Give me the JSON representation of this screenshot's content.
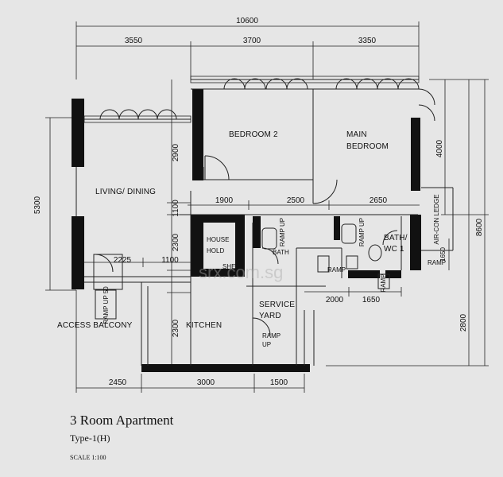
{
  "title": "3 Room Apartment",
  "type_label": "Type-1(H)",
  "scale": "SCALE 1:100",
  "dimensions": {
    "overall_width": "10600",
    "top_segments": [
      "3550",
      "3700",
      "3350"
    ],
    "left_heights": [
      "5300"
    ],
    "left_inner": [
      "2900",
      "1100",
      "2300",
      "2300"
    ],
    "right_heights": [
      "4000",
      "8600",
      "2800"
    ],
    "mid_row": [
      "1900",
      "2500",
      "2650"
    ],
    "balcony_widths": [
      "2225",
      "1100"
    ],
    "bottom_segments": [
      "2450",
      "3000",
      "1500"
    ],
    "yard_bottom": [
      "2000",
      "1650"
    ],
    "small_right": [
      "1650"
    ]
  },
  "rooms": {
    "bedroom2": "BEDROOM 2",
    "main_bedroom_1": "MAIN",
    "main_bedroom_2": "BEDROOM",
    "living_dining": "LIVING/ DINING",
    "household_shelter_1": "HOUSE",
    "household_shelter_2": "HOLD",
    "household_shelter_3": "SHE",
    "bath": "BATH",
    "bath_wc_1": "BATH/",
    "bath_wc_2": "WC 1",
    "service_yard_1": "SERVICE",
    "service_yard_2": "YARD",
    "kitchen": "KITCHEN",
    "access_balcony": "ACCESS BALCONY",
    "ramp_up_balcony": "RAMP UP 50",
    "ramp_up_yard_1": "RAMP",
    "ramp_up_yard_2": "UP",
    "ramp_up_bath_a": "RAMP UP",
    "ramp_up_bath_b": "RAMP UP",
    "air_con_ledge": "AIR-CON LEDGE",
    "ramp_small": "RAMP",
    "ramp_small_2": "RAMP",
    "ramp_small_3": "RAMP"
  },
  "watermark": "srx.com.sg"
}
